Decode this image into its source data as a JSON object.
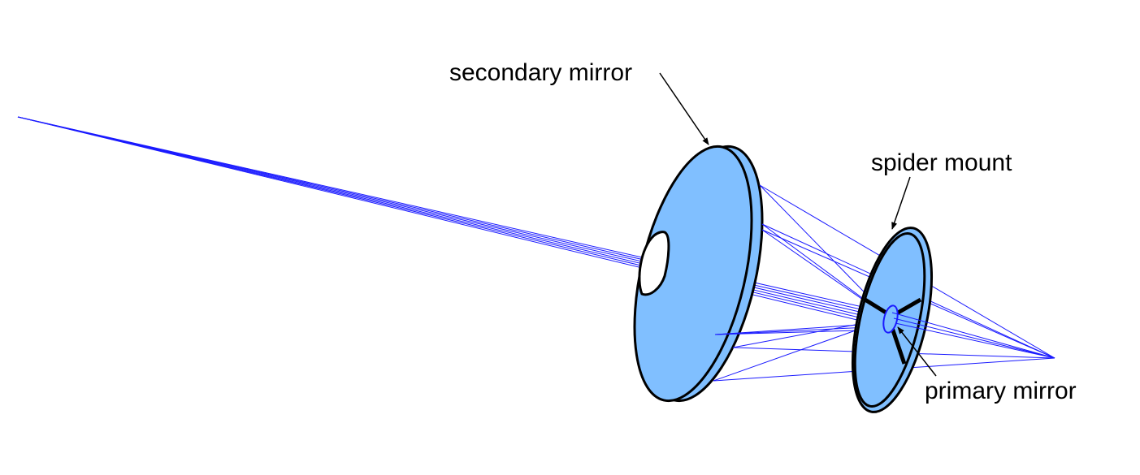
{
  "labels": {
    "secondary_mirror": "secondary mirror",
    "spider_mount": "spider mount",
    "primary_mirror": "primary mirror"
  },
  "colors": {
    "ray": "#1a1aff",
    "mirror_fill": "#80bfff",
    "outline": "#000000",
    "background": "#ffffff"
  }
}
